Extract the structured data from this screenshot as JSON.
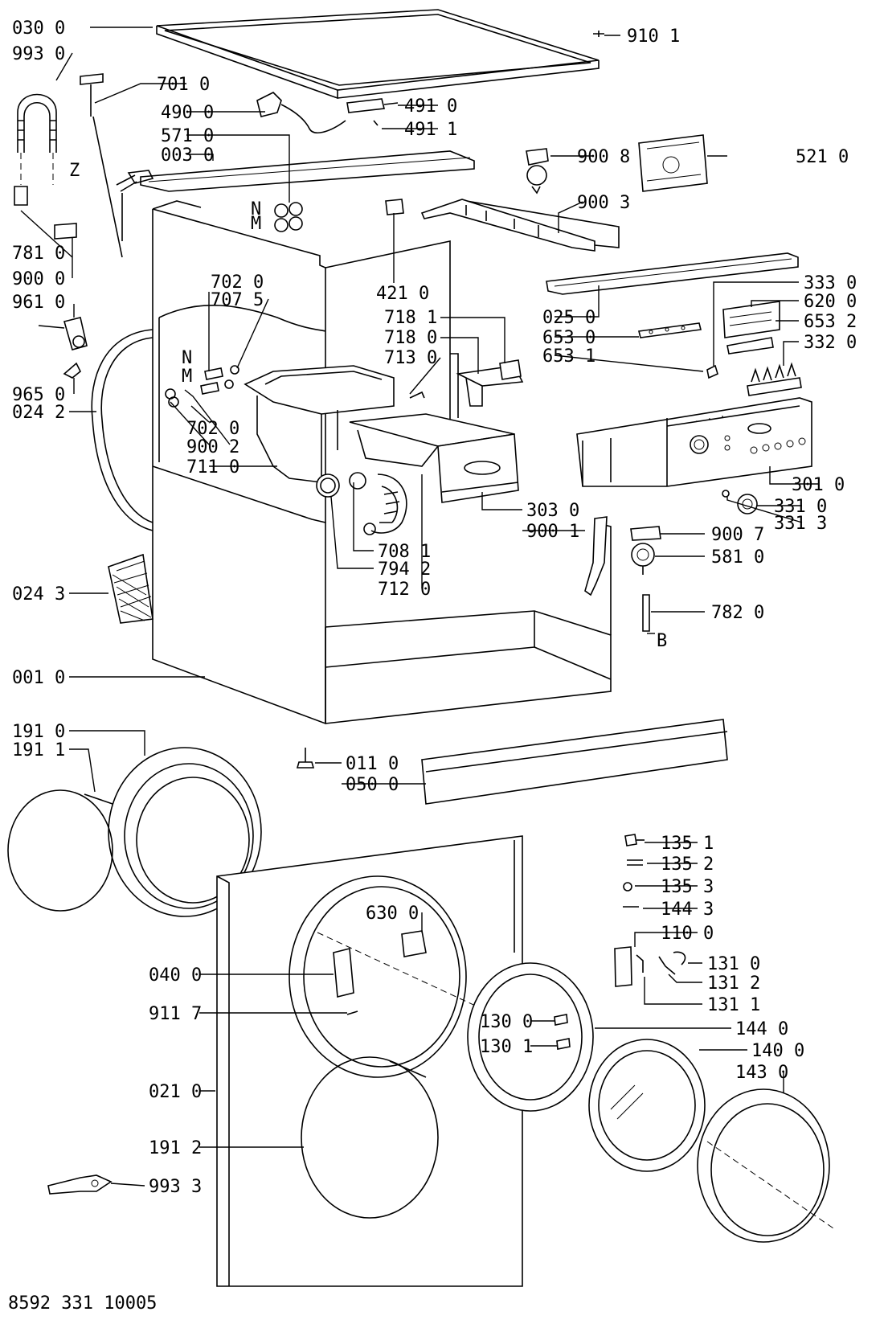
{
  "footer_code": "8592 331 10005",
  "labels": {
    "l0300": "030 0",
    "l9930": "993 0",
    "l7010": "701 0",
    "l4900": "490 0",
    "l5710": "571 0",
    "l0030": "003 0",
    "lZ": "Z",
    "lN1": "N",
    "lM1": "M",
    "l7810": "781 0",
    "l9000": "900 0",
    "l9610": "961 0",
    "l9650": "965 0",
    "l0242": "024 2",
    "l0243": "024 3",
    "l0010": "001 0",
    "l7020a": "702 0",
    "l7075": "707 5",
    "lN2": "N",
    "lM2": "M",
    "l7020b": "702 0",
    "l9002": "900 2",
    "l7110": "711 0",
    "l4910": "491 0",
    "l4911": "491 1",
    "l9101": "910 1",
    "l9008": "900 8",
    "l5210": "521 0",
    "l9003": "900 3",
    "l4210": "421 0",
    "l7181": "718 1",
    "l7180": "718 0",
    "l7130": "713 0",
    "l0250": "025 0",
    "l6530": "653 0",
    "l6531": "653 1",
    "l3330": "333 0",
    "l6200": "620 0",
    "l6532": "653 2",
    "l3320": "332 0",
    "l3010": "301 0",
    "l3310": "331 0",
    "l3313": "331 3",
    "l3030": "303 0",
    "l9001": "900 1",
    "l9007": "900 7",
    "l5810": "581 0",
    "l7820": "782 0",
    "lB": "B",
    "l7081": "708 1",
    "l7942": "794 2",
    "l7120": "712 0",
    "l0110": "011 0",
    "l0500": "050 0",
    "l1910": "191 0",
    "l1911": "191 1",
    "l1351": "135 1",
    "l1352": "135 2",
    "l1353": "135 3",
    "l1443": "144 3",
    "l1100": "110 0",
    "l1310": "131 0",
    "l1312": "131 2",
    "l1311": "131 1",
    "l6300": "630 0",
    "l0400": "040 0",
    "l9117": "911 7",
    "l1300": "130 0",
    "l1301": "130 1",
    "l1440": "144 0",
    "l1400": "140 0",
    "l1430": "143 0",
    "l0210": "021 0",
    "l1912": "191 2",
    "l9933": "993 3"
  }
}
